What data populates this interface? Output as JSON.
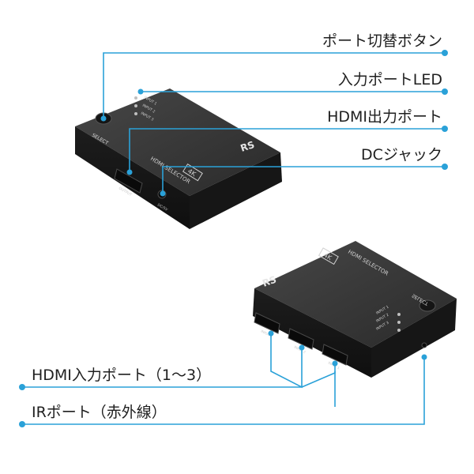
{
  "callouts": {
    "port_switch_button": "ポート切替ボタン",
    "input_port_led": "入力ポートLED",
    "hdmi_output_port": "HDMI出力ポート",
    "dc_jack": "DCジャック",
    "hdmi_input_ports": "HDMI入力ポート（1〜3）",
    "ir_port": "IRポート（赤外線）"
  },
  "device_top": {
    "select_label": "SELECT",
    "input_labels": [
      "INPUT 1",
      "INPUT 2",
      "INPUT 3"
    ],
    "output_label": "OUTPUT",
    "dc_label": "DC/5V",
    "hdmi_selector_label": "HDMI SELECTOR",
    "badge_4k": "4K",
    "logo_text": "RS"
  },
  "device_bottom": {
    "select_label": "SELECT",
    "input_labels": [
      "INPUT 1",
      "INPUT 2",
      "INPUT 3"
    ],
    "port_labels": [
      "INPUT 3",
      "INPUT 2",
      "INPUT 1"
    ],
    "hdmi_selector_label": "HDMI SELECTOR",
    "badge_4k": "4K",
    "logo_text": "RS"
  },
  "colors": {
    "leader_line": "#2aa1d8",
    "device_body": "#262626",
    "device_top": "#3a3a3a",
    "text": "#1f1f1f"
  }
}
